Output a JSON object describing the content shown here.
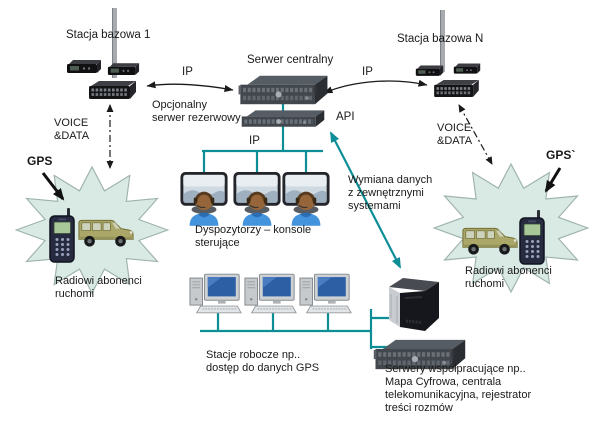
{
  "colors": {
    "line_teal": "#0d8e96",
    "line_black": "#1a1a1a",
    "starburst_fill": "#d9e9e3",
    "starburst_stroke": "#9fb3ae",
    "background": "#ffffff"
  },
  "nodes": {
    "base_station_1": {
      "label": "Stacja bazowa 1"
    },
    "base_station_n": {
      "label": "Stacja bazowa N"
    },
    "central_server": {
      "label": "Serwer centralny"
    },
    "backup_server": {
      "label": "Opcjonalny\nserwer rezerwowy"
    },
    "dispatchers": {
      "label": "Dyspozytorzy – konsole\nsterujące",
      "console_count": 3
    },
    "workstations": {
      "label": "Stacje robocze np..\ndostęp do danych GPS",
      "station_count": 3
    },
    "cooperating_servers": {
      "label": "Serwery współpracujące np..\nMapa Cyfrowa, centrala\ntelekomunikacyjna, rejestrator\ntreści rozmów"
    },
    "mobile_subscribers_left": {
      "label": "Radiowi abonenci\nruchomi",
      "gps_label": "GPS"
    },
    "mobile_subscribers_right": {
      "label": "Radiowi abonenci\nruchomi",
      "gps_label": "GPS`"
    }
  },
  "connection_labels": {
    "ip_left": "IP",
    "ip_right": "IP",
    "ip_lan": "IP",
    "api": "API",
    "voice_data_left": "VOICE\n&DATA",
    "voice_data_right": "VOICE\n&DATA",
    "external_exchange": "Wymiana danych\nz zewnętrznymi\nsystemami"
  },
  "icons": [
    "antenna-icon",
    "radio-icon",
    "switch-icon",
    "rack-server-icon",
    "dispatcher-console-icon",
    "workstation-icon",
    "tower-server-icon",
    "phone-icon",
    "truck-icon",
    "starburst-shape"
  ]
}
